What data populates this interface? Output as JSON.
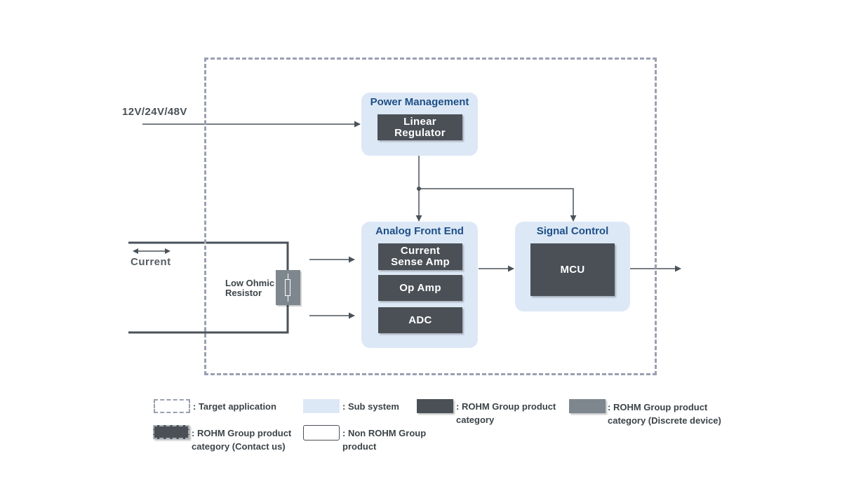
{
  "diagram": {
    "supply_label": "12V/24V/48V",
    "current_label": "Current",
    "resistor_label": "Low Ohmic\nResistor",
    "subsystems": {
      "power": {
        "title": "Power Management",
        "products": [
          {
            "label": "Linear\nRegulator"
          }
        ]
      },
      "afe": {
        "title": "Analog Front End",
        "products": [
          {
            "label": "Current\nSense Amp"
          },
          {
            "label": "Op Amp"
          },
          {
            "label": "ADC"
          }
        ]
      },
      "signal": {
        "title": "Signal Control",
        "products": [
          {
            "label": "MCU"
          }
        ]
      }
    }
  },
  "legend": [
    {
      "key": "target",
      "text": ": Target application"
    },
    {
      "key": "sub",
      "text": ": Sub system"
    },
    {
      "key": "prod",
      "text": ": ROHM Group product\ncategory"
    },
    {
      "key": "disc",
      "text": ": ROHM Group product\ncategory (Discrete device)"
    },
    {
      "key": "contact",
      "text": ": ROHM Group product\ncategory (Contact us)"
    },
    {
      "key": "non",
      "text": ": Non ROHM Group\nproduct"
    }
  ],
  "colors": {
    "subsystem_fill": "#dde8f6",
    "product_fill": "#4a5056",
    "discrete_fill": "#7e878e",
    "title_blue": "#1d4f86",
    "frame_dash": "#9aa0b2"
  }
}
